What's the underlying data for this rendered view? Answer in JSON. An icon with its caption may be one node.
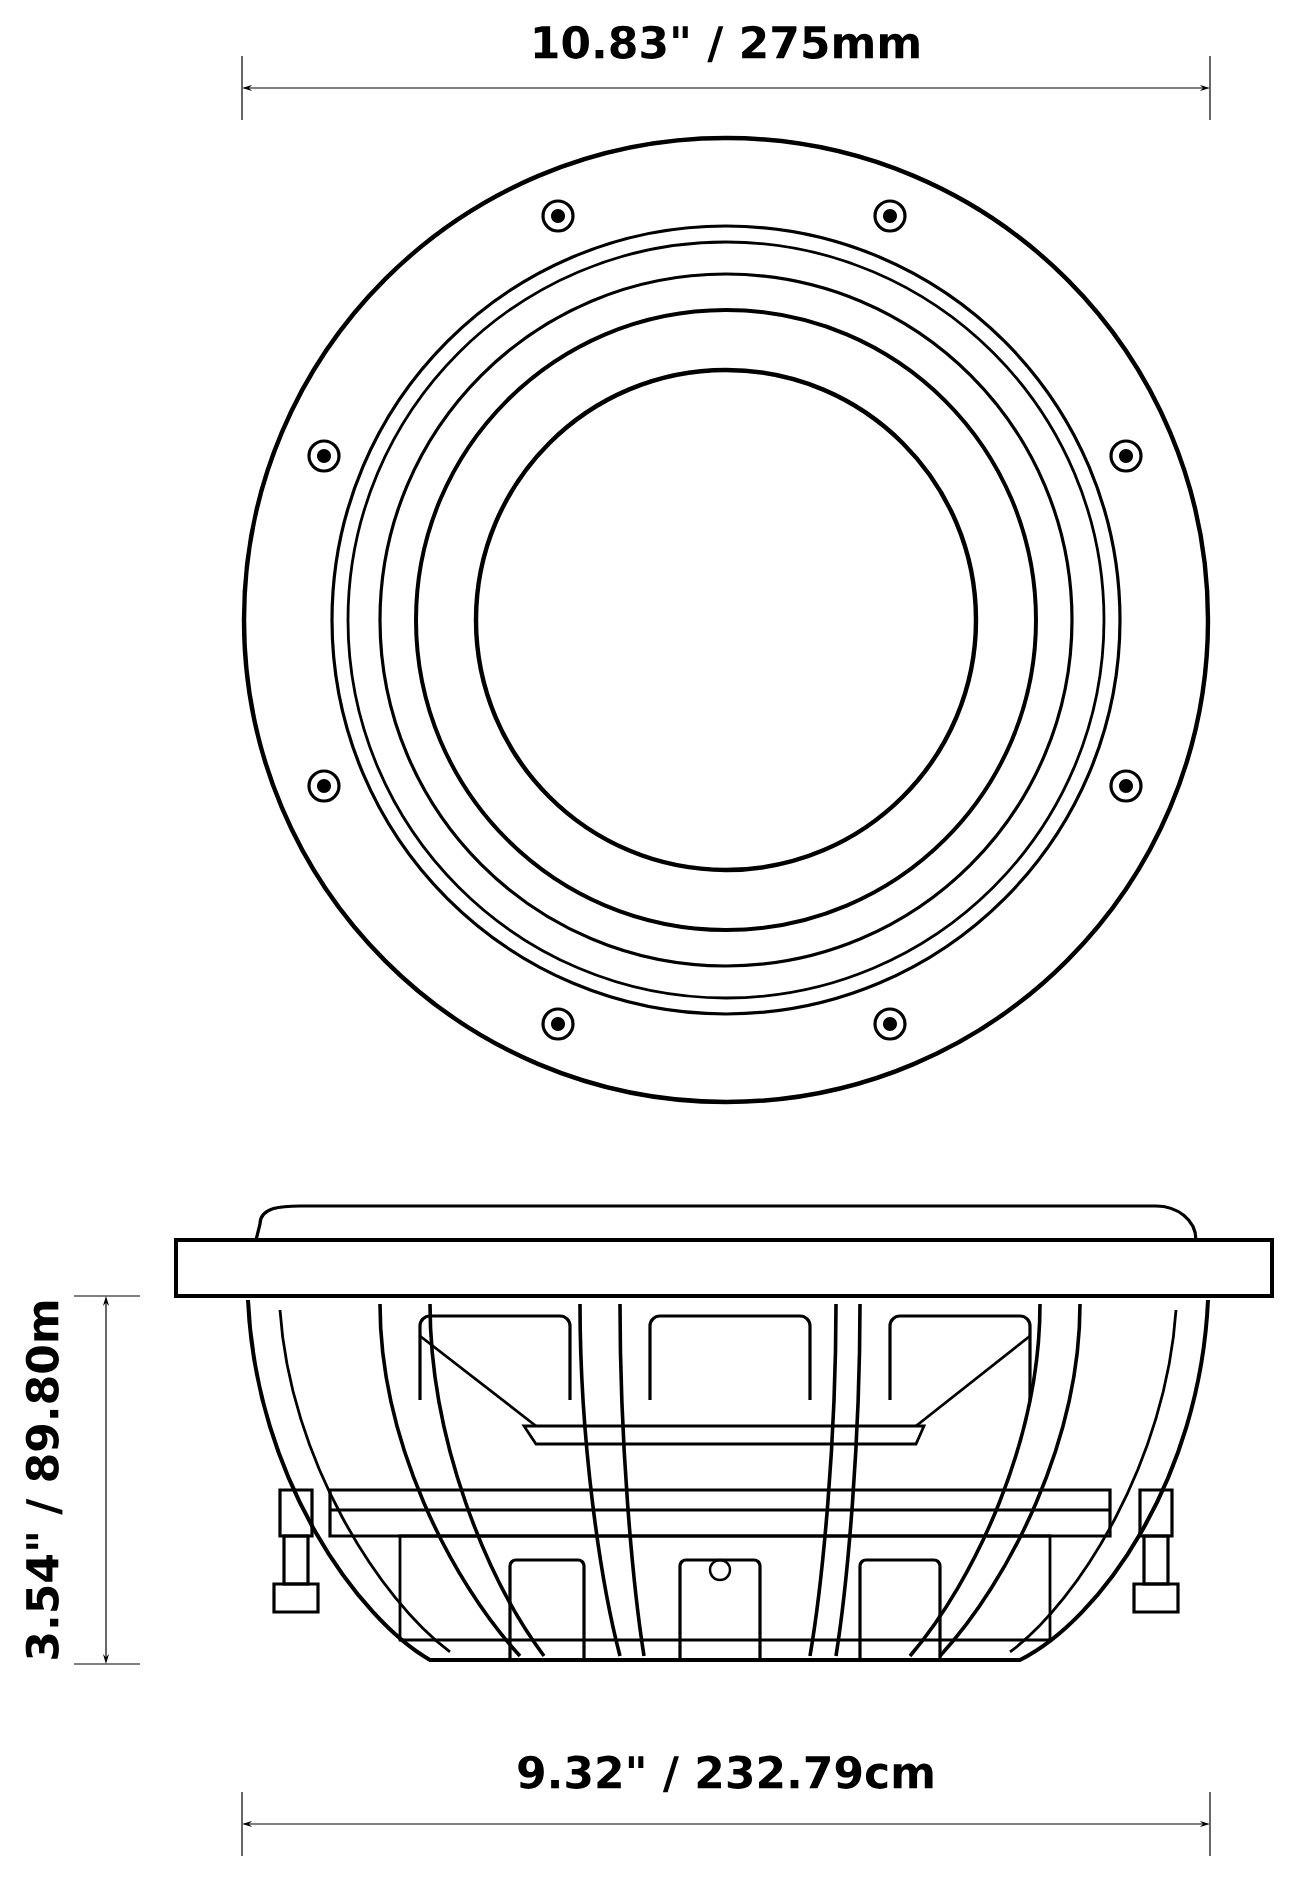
{
  "diagram": {
    "labels": [
      "10.83\" / 275mm",
      "3.54\" / 89.80m",
      "9.32\" / 232.79cm"
    ]
  }
}
